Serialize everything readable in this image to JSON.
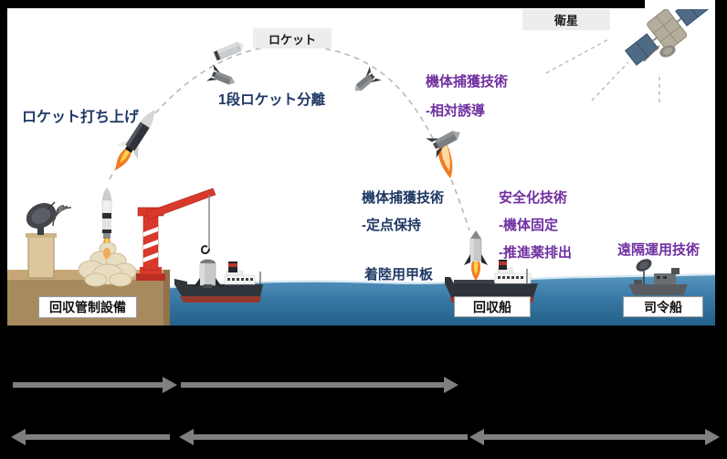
{
  "annotations": {
    "launch": "ロケット打ち上げ",
    "separation": "1段ロケット分離",
    "rocket_tag": "ロケット",
    "satellite_tag": "衛星",
    "capture_air_title": "機体捕獲技術",
    "capture_air_item": "-相対誘導",
    "capture_sea_title": "機体捕獲技術",
    "capture_sea_item": "-定点保持",
    "landing_deck": "着陸用甲板",
    "safing_title": "安全化技術",
    "safing_item1": "-機体固定",
    "safing_item2": "-推進薬排出",
    "remote_ops": "遠隔運用技術",
    "ground_facility": "回収管制設備",
    "recovery_ship": "回収船",
    "command_ship": "司令船"
  },
  "colors": {
    "navy_text": "#1f3864",
    "purple_text": "#7030a0",
    "tag_bg": "#ededed",
    "arrow_gray": "#7f7f7f",
    "sea_top": "#5896bf",
    "sea_bottom": "#236089",
    "ground_brown": "#a78a5e",
    "crane_red": "#d8392b",
    "background": "#000000"
  }
}
